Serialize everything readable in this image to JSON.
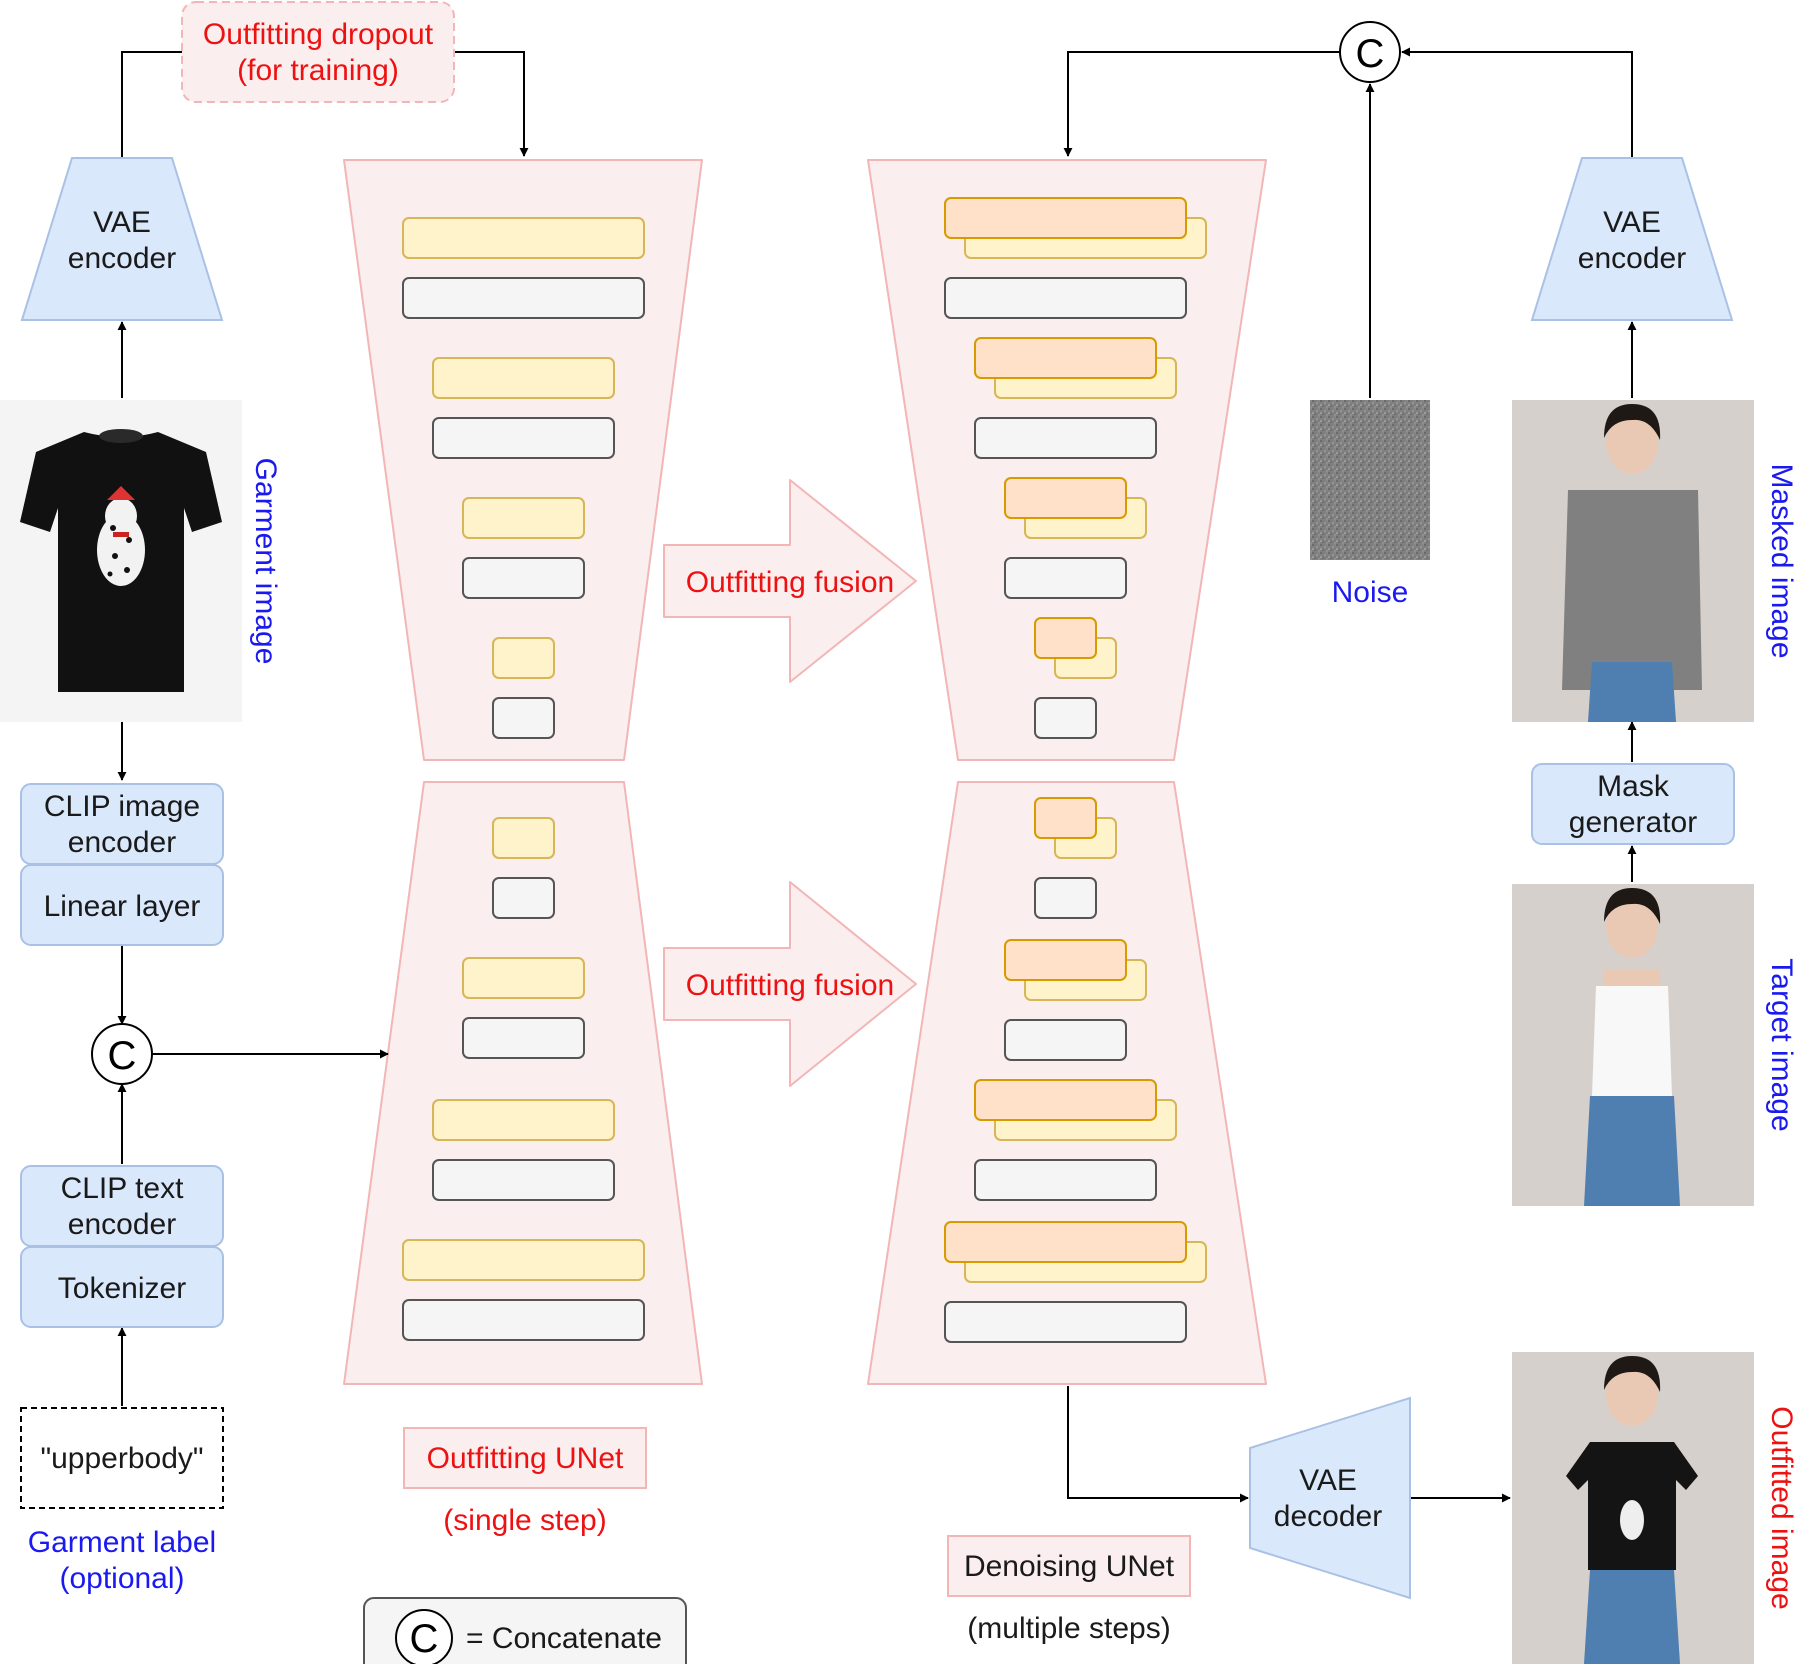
{
  "labels": {
    "dropout": "Outfitting dropout",
    "dropout_sub": "(for training)",
    "vae_encoder_left": [
      "VAE",
      "encoder"
    ],
    "vae_encoder_right": [
      "VAE",
      "encoder"
    ],
    "vae_decoder": [
      "VAE",
      "decoder"
    ],
    "clip_image_encoder": [
      "CLIP image",
      "encoder"
    ],
    "linear_layer": "Linear layer",
    "clip_text_encoder": [
      "CLIP text",
      "encoder"
    ],
    "tokenizer": "Tokenizer",
    "upperbody": "\"upperbody\"",
    "garment_label": "Garment label",
    "garment_label_sub": "(optional)",
    "garment_image": "Garment image",
    "fusion_top": "Outfitting fusion",
    "fusion_bottom": "Outfitting fusion",
    "outfitting_unet": "Outfitting UNet",
    "outfitting_unet_sub": "(single step)",
    "denoising_unet": "Denoising UNet",
    "denoising_unet_sub": "(multiple steps)",
    "noise": "Noise",
    "masked_image": "Masked image",
    "mask_generator": [
      "Mask",
      "generator"
    ],
    "target_image": "Target image",
    "outfitted_image": "Outfitted image",
    "concat_symbol": "C",
    "legend_text": "= Concatenate"
  },
  "colors": {
    "unet_fill": "#fbeeee",
    "unet_stroke": "#f2b6b6",
    "block_yellow_fill": "#fff3cc",
    "block_yellow_stroke": "#d6b656",
    "block_orange_fill": "#ffe0c8",
    "block_orange_stroke": "#d79b00",
    "block_gray_fill": "#f5f5f5",
    "block_gray_stroke": "#555555",
    "module_fill": "#dae8fc",
    "module_stroke": "#a9c1e4",
    "red_text": "#ee1111",
    "blue_text": "#1a1af0"
  }
}
